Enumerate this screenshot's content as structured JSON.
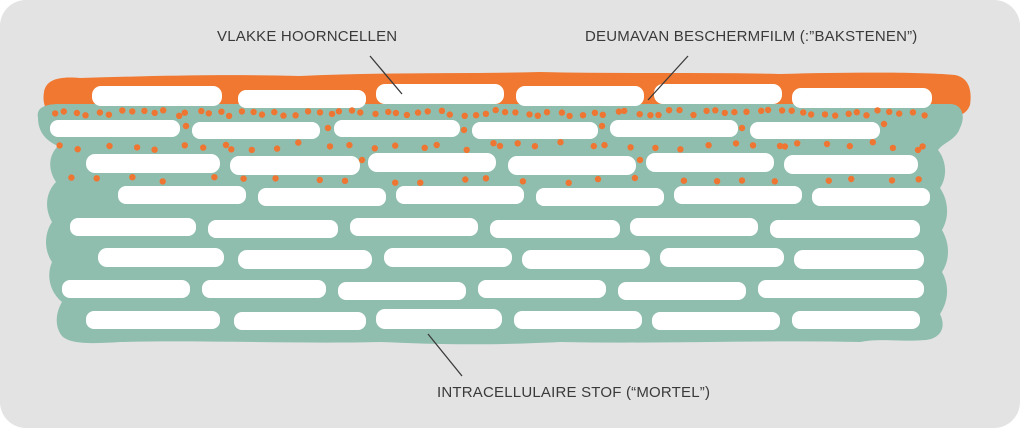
{
  "labels": {
    "flat_cells": "VLAKKE HOORNCELLEN",
    "protective_film": "DEUMAVAN BESCHERMFILM (:”BAKSTENEN”)",
    "intercellular": "INTRACELLULAIRE STOF (“MORTEL”)"
  },
  "colors": {
    "background": "#e3e3e4",
    "mortar": "#8fbeae",
    "cells": "#ffffff",
    "film": "#f07830",
    "dots": "#ef7632",
    "leader": "#3a3a3a"
  }
}
